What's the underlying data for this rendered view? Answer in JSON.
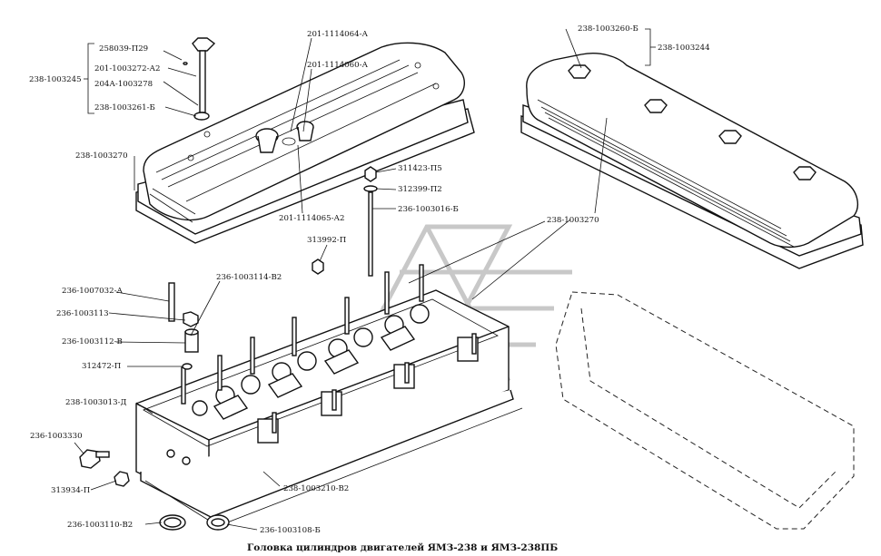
{
  "caption": "Головка цилиндров двигателей ЯМЗ-238 и ЯМЗ-238ПБ",
  "labels": {
    "l258039": "258039-П29",
    "l201_1003272": "201-1003272-А2",
    "l238_1003245": "238-1003245",
    "l204A": "204А-1003278",
    "l238_1003261": "238-1003261-Б",
    "l201_1114064": "201-1114064-А",
    "l201_1114060": "201-1114060-А",
    "l238_1003270a": "238-1003270",
    "l201_1114065": "201-1114065-А2",
    "l311423": "311423-П5",
    "l312399": "312399-П2",
    "l236_1003016": "236-1003016-Б",
    "l313992": "313992-П",
    "l238_1003260": "238-1003260-Б",
    "l238_1003244": "238-1003244",
    "l238_1003270b": "238-1003270",
    "l236_1003114": "236-1003114-В2",
    "l236_1007032": "236-1007032-А",
    "l236_1003113": "236-1003113",
    "l236_1003112": "236-1003112-В",
    "l312472": "312472-П",
    "l238_1003013": "238-1003013-Д",
    "l236_1003330": "236-1003330",
    "l313934": "313934-П",
    "l238_1003210": "238-1003210-В2",
    "l236_1003110": "236-1003110-В2",
    "l236_1003108": "236-1003108-Б"
  }
}
